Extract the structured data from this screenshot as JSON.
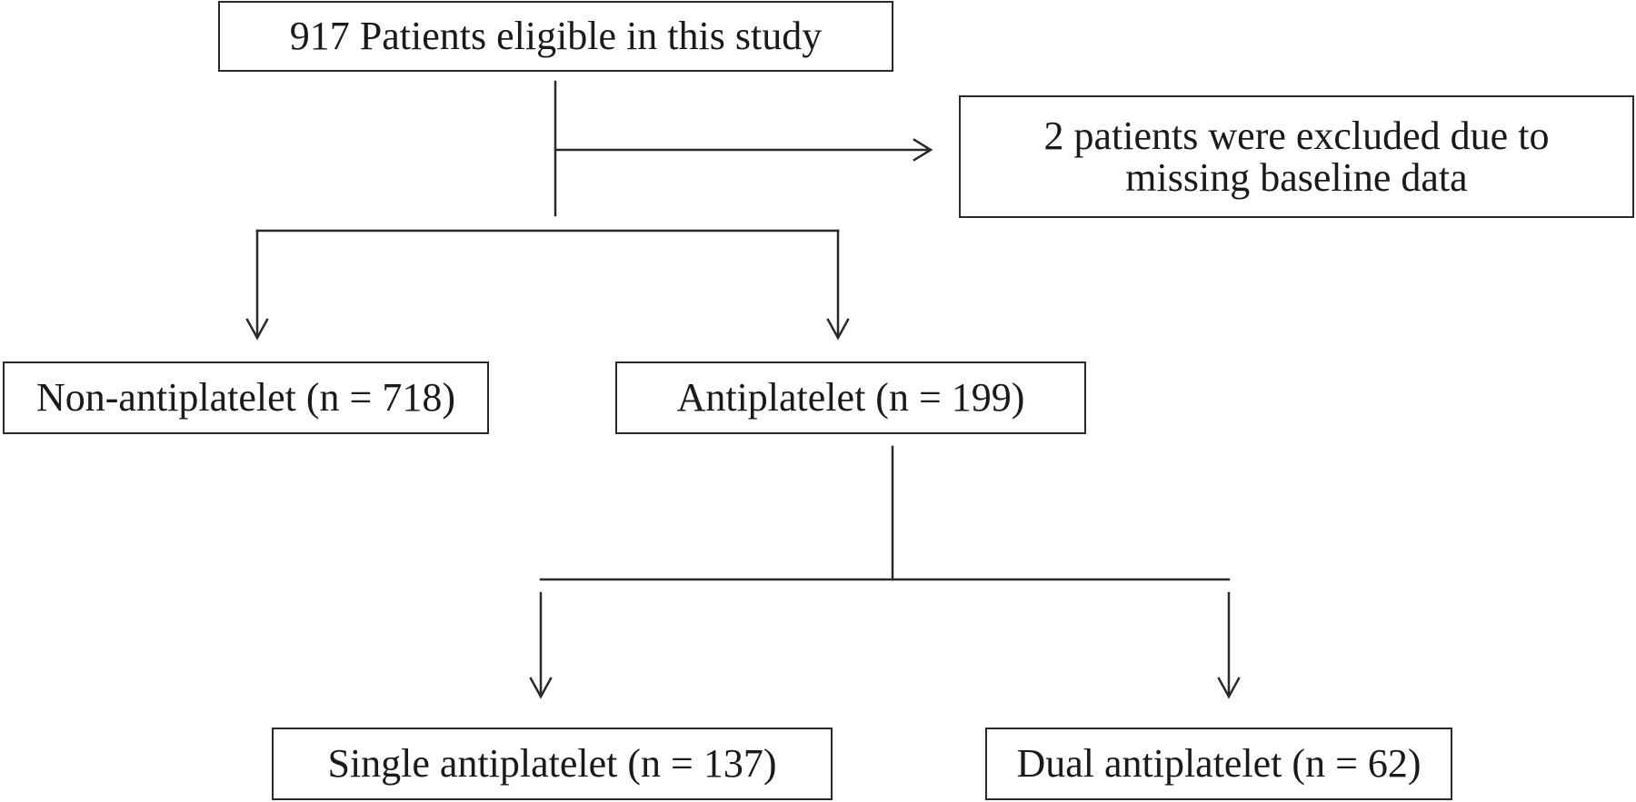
{
  "diagram": {
    "eligible_label": "917 Patients eligible in this study",
    "excluded_line1": "2 patients were excluded due to",
    "excluded_line2": "missing baseline data",
    "nonantiplatelet_label": "Non-antiplatelet (n = 718)",
    "antiplatelet_label": "Antiplatelet (n = 199)",
    "single_label": "Single antiplatelet (n = 137)",
    "dual_label": "Dual antiplatelet (n = 62)"
  }
}
